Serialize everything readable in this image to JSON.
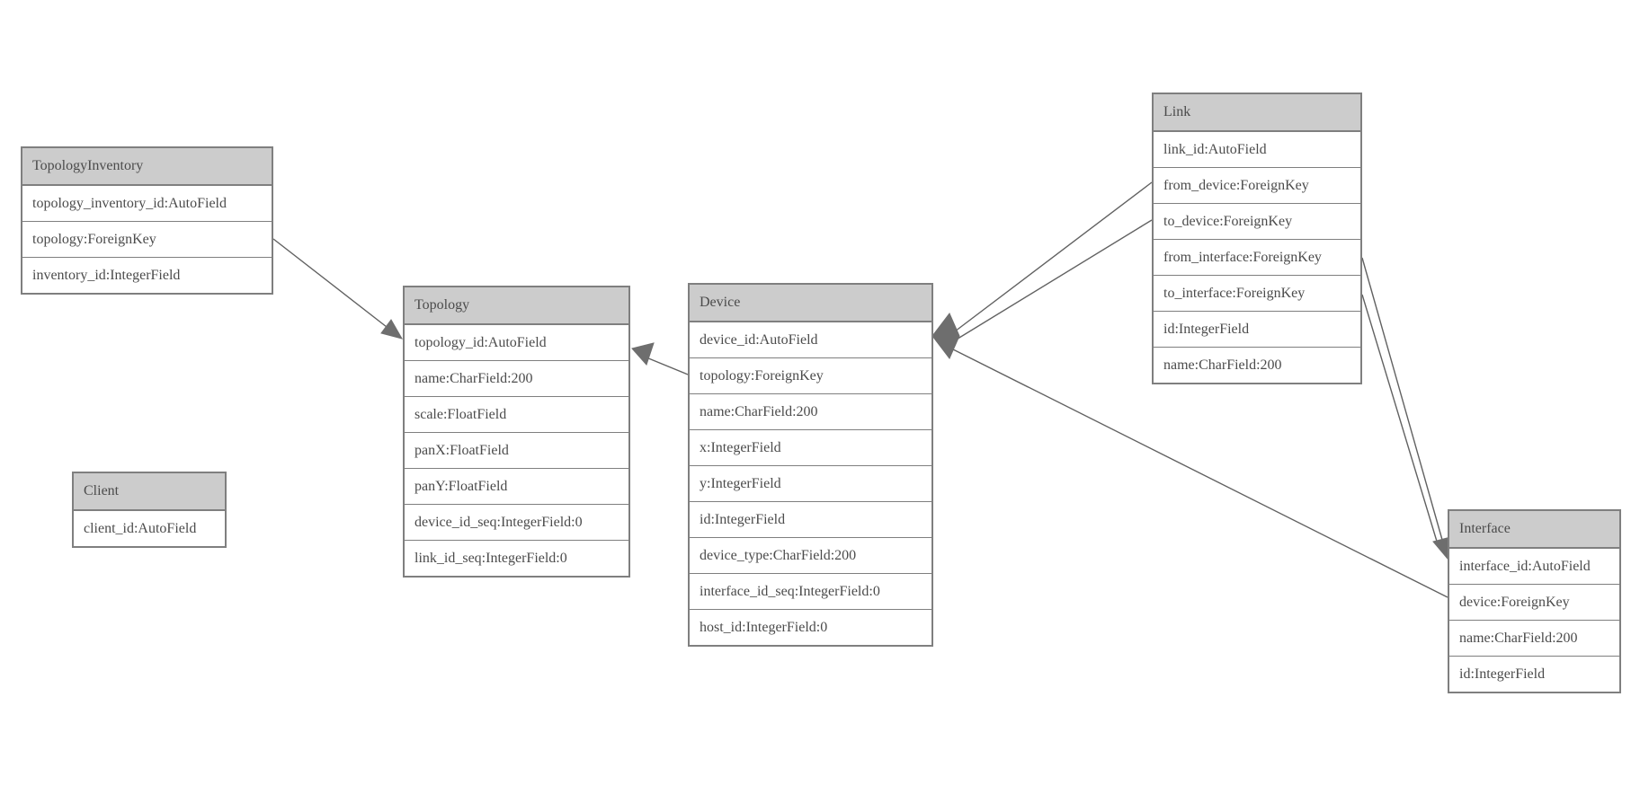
{
  "diagram": {
    "colors": {
      "header_fill": "#cccccc",
      "box_border": "#7f7f7f",
      "text": "#4b4b4b",
      "edge_line": "#616161",
      "arrow_fill": "#6e6e6e",
      "background": "#ffffff"
    },
    "entities": [
      {
        "title": "TopologyInventory",
        "fields": [
          "topology_inventory_id:AutoField",
          "topology:ForeignKey",
          "inventory_id:IntegerField"
        ]
      },
      {
        "title": "Topology",
        "fields": [
          "topology_id:AutoField",
          "name:CharField:200",
          "scale:FloatField",
          "panX:FloatField",
          "panY:FloatField",
          "device_id_seq:IntegerField:0",
          "link_id_seq:IntegerField:0"
        ]
      },
      {
        "title": "Client",
        "fields": [
          "client_id:AutoField"
        ]
      },
      {
        "title": "Device",
        "fields": [
          "device_id:AutoField",
          "topology:ForeignKey",
          "name:CharField:200",
          "x:IntegerField",
          "y:IntegerField",
          "id:IntegerField",
          "device_type:CharField:200",
          "interface_id_seq:IntegerField:0",
          "host_id:IntegerField:0"
        ]
      },
      {
        "title": "Link",
        "fields": [
          "link_id:AutoField",
          "from_device:ForeignKey",
          "to_device:ForeignKey",
          "from_interface:ForeignKey",
          "to_interface:ForeignKey",
          "id:IntegerField",
          "name:CharField:200"
        ]
      },
      {
        "title": "Interface",
        "fields": [
          "interface_id:AutoField",
          "device:ForeignKey",
          "name:CharField:200",
          "id:IntegerField"
        ]
      }
    ],
    "relations": [
      {
        "from": "TopologyInventory.topology",
        "to": "Topology.topology_id"
      },
      {
        "from": "Device.topology",
        "to": "Topology.topology_id"
      },
      {
        "from": "Link.from_device",
        "to": "Device.device_id"
      },
      {
        "from": "Link.to_device",
        "to": "Device.device_id"
      },
      {
        "from": "Interface.device",
        "to": "Device.device_id"
      },
      {
        "from": "Link.from_interface",
        "to": "Interface.interface_id"
      },
      {
        "from": "Link.to_interface",
        "to": "Interface.interface_id"
      }
    ]
  }
}
